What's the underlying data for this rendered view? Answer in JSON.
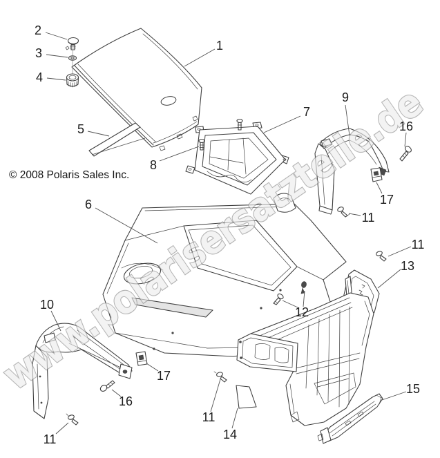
{
  "diagram": {
    "copyright": "© 2008 Polaris Sales Inc.",
    "watermark": "www.polarisersatzteile.de",
    "colors": {
      "background": "#ffffff",
      "line": "#3f3f3f",
      "label": "#1b1b1b",
      "watermark_fill": "#ececec",
      "watermark_stroke": "#8a8a8a"
    }
  },
  "callouts": {
    "n1": {
      "label": "1"
    },
    "n2": {
      "label": "2"
    },
    "n3": {
      "label": "3"
    },
    "n4": {
      "label": "4"
    },
    "n5": {
      "label": "5"
    },
    "n6": {
      "label": "6"
    },
    "n7": {
      "label": "7"
    },
    "n8": {
      "label": "8"
    },
    "n9": {
      "label": "9"
    },
    "n10": {
      "label": "10"
    },
    "n12": {
      "label": "12"
    },
    "n13": {
      "label": "13"
    },
    "n14": {
      "label": "14"
    },
    "n15": {
      "label": "15"
    },
    "n16_right": {
      "label": "16"
    },
    "n16_left": {
      "label": "16"
    },
    "n17_right": {
      "label": "17"
    },
    "n17_left": {
      "label": "17"
    },
    "n11_right": {
      "label": "11"
    },
    "n11_far_right": {
      "label": "11"
    },
    "n11_bottom_left": {
      "label": "11"
    },
    "n11_bottom_center": {
      "label": "11"
    }
  }
}
